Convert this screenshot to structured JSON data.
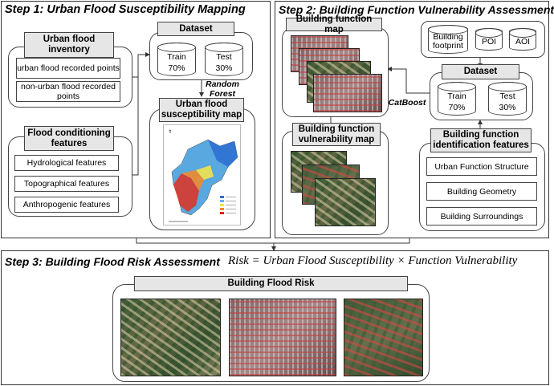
{
  "step1": {
    "title": "Step 1: Urban Flood Susceptibility Mapping",
    "inventory": {
      "header": "Urban flood inventory",
      "items": [
        "urban flood recorded points",
        "non-urban flood recorded points"
      ]
    },
    "conditioning": {
      "header": "Flood conditioning features",
      "items": [
        "Hydrological features",
        "Topographical features",
        "Anthropogenic features"
      ]
    },
    "dataset": {
      "header": "Dataset",
      "train": "Train\n70%",
      "test": "Test\n30%"
    },
    "model_label": "Random\nForest",
    "map": {
      "header": "Urban flood susceptibility map",
      "legend_colors": [
        "#2e6fd0",
        "#62b3e8",
        "#f2e24c",
        "#f08a2c",
        "#e02020"
      ]
    }
  },
  "step2": {
    "title": "Step 2: Building Function Vulnerability Assessment",
    "function_map_header": "Building function map",
    "vulnerability_map_header": "Building function vulnerability map",
    "sources": [
      "Building footprint",
      "POI",
      "AOI"
    ],
    "dataset": {
      "header": "Dataset",
      "train": "Train\n70%",
      "test": "Test\n30%"
    },
    "model_label": "CatBoost",
    "features": {
      "header": "Building function identification features",
      "items": [
        "Urban Function Structure",
        "Building Geometry",
        "Building Surroundings"
      ]
    }
  },
  "step3": {
    "title": "Step 3: Building Flood Risk Assessment",
    "formula": "Risk = Urban Flood Susceptibility × Function Vulnerability",
    "risk_header": "Building Flood Risk"
  }
}
